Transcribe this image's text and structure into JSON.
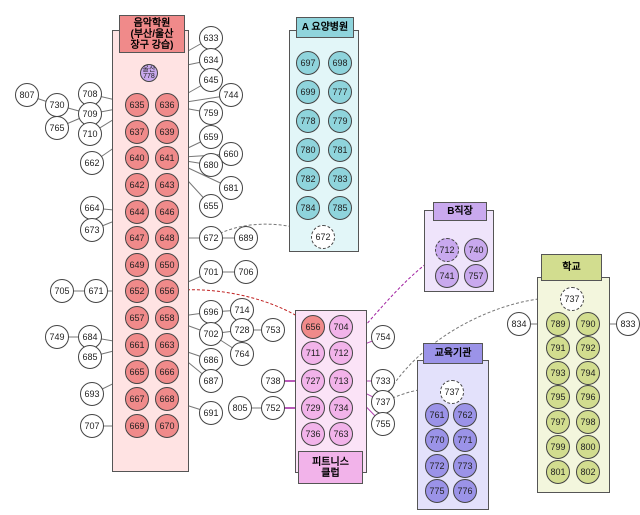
{
  "colors": {
    "music_fill": "#f08a8a",
    "music_border": "#d96a6a",
    "music_bg": "#ffe3e3",
    "nursing_fill": "#8fd4dc",
    "nursing_bg": "#e2f6f8",
    "fitness_fill": "#f2b3ea",
    "fitness_bg": "#fbe3f7",
    "office_fill": "#c9a9ee",
    "office_bg": "#efe4fb",
    "edu_fill": "#9b93e8",
    "edu_bg": "#e3e1fb",
    "school_fill": "#d2dd8f",
    "school_bg": "#f3f6dd",
    "purple_edge": "#a020a0",
    "red_edge": "#c02020"
  },
  "groups": {
    "music": {
      "title": "음악학원\n(부산/울산\n장구 강습)"
    },
    "nursing": {
      "title": "A 요양병원"
    },
    "office": {
      "title": "B직장"
    },
    "edu": {
      "title": "교육기관"
    },
    "school": {
      "title": "학교"
    },
    "fitness": {
      "title": "피트니스\n클럽"
    }
  },
  "nodes": {
    "n_ulsan": "울산\n778",
    "n635": "635",
    "n636": "636",
    "n637": "637",
    "n639": "639",
    "n640": "640",
    "n641": "641",
    "n642": "642",
    "n643": "643",
    "n644": "644",
    "n646": "646",
    "n647": "647",
    "n648": "648",
    "n649": "649",
    "n650": "650",
    "n652": "652",
    "n656": "656",
    "n657": "657",
    "n658": "658",
    "n661": "661",
    "n663": "663",
    "n665": "665",
    "n666": "666",
    "n667": "667",
    "n668": "668",
    "n669": "669",
    "n670": "670",
    "n633": "633",
    "n634": "634",
    "n645": "645",
    "n759": "759",
    "n744": "744",
    "n659": "659",
    "n660": "660",
    "n680": "680",
    "n681": "681",
    "n655": "655",
    "n672": "672",
    "n689": "689",
    "n701": "701",
    "n706": "706",
    "n696": "696",
    "n714": "714",
    "n728": "728",
    "n753": "753",
    "n702": "702",
    "n764": "764",
    "n686": "686",
    "n687": "687",
    "n691": "691",
    "n807": "807",
    "n730": "730",
    "n708": "708",
    "n709": "709",
    "n765": "765",
    "n710": "710",
    "n662": "662",
    "n664": "664",
    "n673": "673",
    "n705": "705",
    "n671": "671",
    "n749": "749",
    "n684": "684",
    "n685": "685",
    "n693": "693",
    "n707": "707",
    "n697": "697",
    "n698": "698",
    "n699": "699",
    "n777": "777",
    "n778": "778",
    "n779": "779",
    "n780": "780",
    "n781": "781",
    "n782": "782",
    "n783": "783",
    "n784": "784",
    "n785": "785",
    "n672b": "672",
    "n712": "712",
    "n740": "740",
    "n741": "741",
    "n757": "757",
    "f656": "656",
    "f704": "704",
    "f711": "711",
    "f712": "712",
    "f727": "727",
    "f713": "713",
    "f729": "729",
    "f734": "734",
    "f736": "736",
    "f763": "763",
    "n754": "754",
    "n738": "738",
    "n733": "733",
    "n737": "737",
    "n755": "755",
    "n805": "805",
    "n752": "752",
    "e737": "737",
    "e761": "761",
    "e762": "762",
    "e770": "770",
    "e771": "771",
    "e772": "772",
    "e773": "773",
    "e775": "775",
    "e776": "776",
    "s737": "737",
    "s789": "789",
    "s790": "790",
    "n834": "834",
    "n833": "833",
    "s791": "791",
    "s792": "792",
    "s793": "793",
    "s794": "794",
    "s795": "795",
    "s796": "796",
    "s797": "797",
    "s798": "798",
    "s799": "799",
    "s800": "800",
    "s801": "801",
    "s802": "802"
  }
}
